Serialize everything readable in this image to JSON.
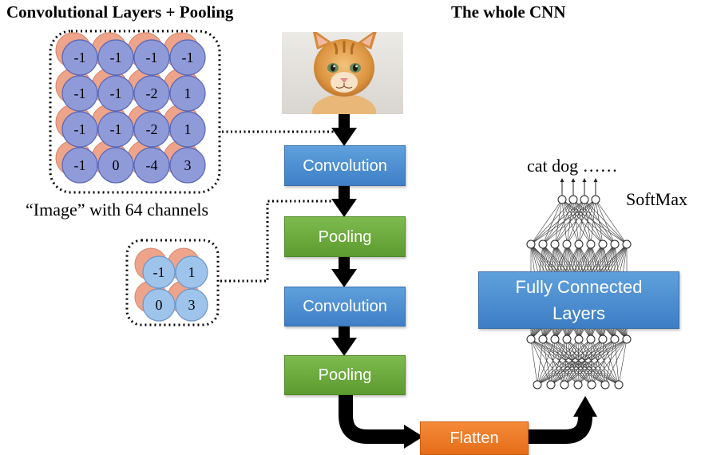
{
  "titles": {
    "left": "Convolutional Layers + Pooling",
    "right": "The whole CNN"
  },
  "conv_grid": {
    "values": [
      [
        "-1",
        "-1",
        "-1",
        "-1"
      ],
      [
        "-1",
        "-1",
        "-2",
        "1"
      ],
      [
        "-1",
        "-1",
        "-2",
        "1"
      ],
      [
        "-1",
        "0",
        "-4",
        "3"
      ]
    ],
    "caption": "“Image” with 64 channels"
  },
  "pool_grid": {
    "values": [
      [
        "-1",
        "1"
      ],
      [
        "0",
        "3"
      ]
    ]
  },
  "pipeline": {
    "conv1": "Convolution",
    "pool1": "Pooling",
    "conv2": "Convolution",
    "pool2": "Pooling",
    "flatten": "Flatten"
  },
  "network": {
    "outputs_label": "cat dog ……",
    "softmax_label": "SoftMax",
    "fc_label_line1": "Fully Connected",
    "fc_label_line2": "Layers"
  },
  "colors": {
    "front_circle": "#8f9ad8",
    "back_circle": "#eda48a",
    "pool_front_circle": "#9fc4ec",
    "convolution": "#4a8bd0",
    "pooling": "#6aaa3a",
    "flatten": "#ee7a26"
  },
  "icons": {
    "input_image": "cat-photo"
  }
}
